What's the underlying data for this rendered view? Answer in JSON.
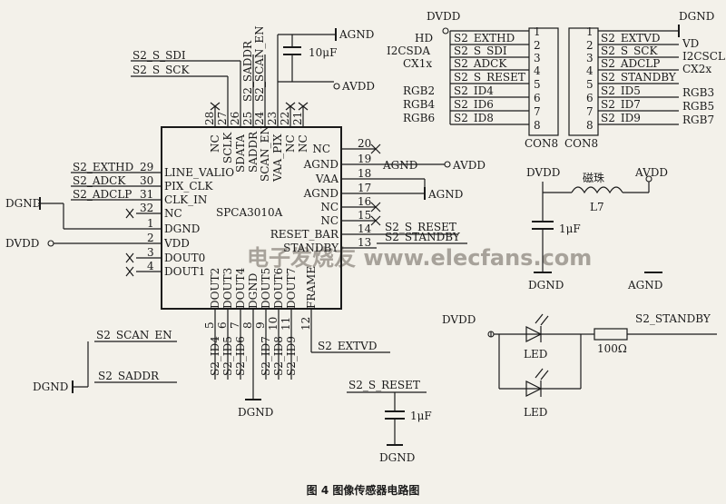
{
  "caption": "图 4   图像传感器电路图",
  "watermark": "电子发烧友 www.elecfans.com",
  "chip": {
    "name": "SPCA3010A",
    "left_pins": [
      {
        "num": "29",
        "name": "LINE_VALIO",
        "net": "S2_EXTHD"
      },
      {
        "num": "30",
        "name": "PIX_CLK",
        "net": "S2_ADCK"
      },
      {
        "num": "31",
        "name": "CLK_IN",
        "net": "S2_ADCLP"
      },
      {
        "num": "32",
        "name": "NC",
        "net": ""
      },
      {
        "num": "1",
        "name": "DGND",
        "net": "DGND"
      },
      {
        "num": "2",
        "name": "VDD",
        "net": "DVDD"
      },
      {
        "num": "3",
        "name": "DOUT0",
        "net": ""
      },
      {
        "num": "4",
        "name": "DOUT1",
        "net": ""
      }
    ],
    "top_pins": [
      {
        "num": "28",
        "name": "NC",
        "net": ""
      },
      {
        "num": "27",
        "name": "SCLK",
        "net": "S2_S_SCK"
      },
      {
        "num": "26",
        "name": "SDATA",
        "net": "S2_S_SDI"
      },
      {
        "num": "25",
        "name": "SADDR",
        "net": "S2_SADDR"
      },
      {
        "num": "24",
        "name": "SCAN_EN",
        "net": "S2_SCAN_EN"
      },
      {
        "num": "23",
        "name": "VAA_PIX",
        "net": ""
      },
      {
        "num": "22",
        "name": "NC",
        "net": ""
      },
      {
        "num": "21",
        "name": "NC",
        "net": ""
      }
    ],
    "right_pins": [
      {
        "num": "20",
        "name": "NC",
        "net": ""
      },
      {
        "num": "19",
        "name": "AGND",
        "net": "AGND"
      },
      {
        "num": "18",
        "name": "VAA",
        "net": "AVDD"
      },
      {
        "num": "17",
        "name": "AGND",
        "net": "AGND"
      },
      {
        "num": "16",
        "name": "NC",
        "net": ""
      },
      {
        "num": "15",
        "name": "NC",
        "net": ""
      },
      {
        "num": "14",
        "name": "RESET_BAR",
        "net": "S2_S_RESET"
      },
      {
        "num": "13",
        "name": "STANDBY",
        "net": "S2_STANDBY"
      }
    ],
    "bottom_pins": [
      {
        "num": "5",
        "name": "DOUT2",
        "net": "S2_ID4"
      },
      {
        "num": "6",
        "name": "DOUT3",
        "net": "S2_ID5"
      },
      {
        "num": "7",
        "name": "DOUT4",
        "net": "S2_ID6"
      },
      {
        "num": "8",
        "name": "DGND",
        "net": "DGND"
      },
      {
        "num": "9",
        "name": "DOUT5",
        "net": "S2_ID7"
      },
      {
        "num": "10",
        "name": "DOUT6",
        "net": "S2_ID8"
      },
      {
        "num": "11",
        "name": "DOUT7",
        "net": "S2_ID9"
      },
      {
        "num": "12",
        "name": "FRAME",
        "net": "S2_EXTVD"
      }
    ]
  },
  "nets": {
    "s_sdi": "S2_S_SDI",
    "s_sck": "S2_S_SCK",
    "exthd": "S2_EXTHD",
    "adck": "S2_ADCK",
    "adclp": "S2_ADCLP",
    "scan_en": "S2_SCAN_EN",
    "saddr": "S2_SADDR",
    "s_reset": "S2_S_RESET",
    "standby": "S2_STANDBY",
    "extvd": "S2_EXTVD",
    "dgnd": "DGND",
    "dvdd": "DVDD",
    "agnd": "AGND",
    "avdd": "AVDD"
  },
  "con8_left": {
    "label": "CON8",
    "pins": [
      "1",
      "2",
      "3",
      "4",
      "5",
      "6",
      "7",
      "8"
    ],
    "nets": [
      "",
      "S2_EXTHD",
      "S2_S_SDI",
      "S2_ADCK",
      "S2_S_RESET",
      "S2_ID4",
      "S2_ID6",
      "S2_ID8"
    ],
    "signals": [
      "",
      "HD",
      "I2CSDA",
      "CX1x",
      "",
      "RGB2",
      "RGB4",
      "RGB6"
    ]
  },
  "con8_right": {
    "label": "CON8",
    "pins": [
      "1",
      "2",
      "3",
      "4",
      "5",
      "6",
      "7",
      "8"
    ],
    "nets": [
      "",
      "S2_EXTVD",
      "S2_S_SCK",
      "S2_ADCLP",
      "S2_STANDBY",
      "S2_ID5",
      "S2_ID7",
      "S2_ID9"
    ],
    "signals": [
      "",
      "VD",
      "I2CSCL",
      "CX2x",
      "",
      "RGB3",
      "RGB5",
      "RGB7"
    ]
  },
  "components": {
    "c_top": "10μF",
    "c_mid": "1μF",
    "c_bot": "1μF",
    "inductor_label": "磁珠",
    "inductor_ref": "L7",
    "led1": "LED",
    "led2": "LED",
    "resistor": "100Ω"
  }
}
